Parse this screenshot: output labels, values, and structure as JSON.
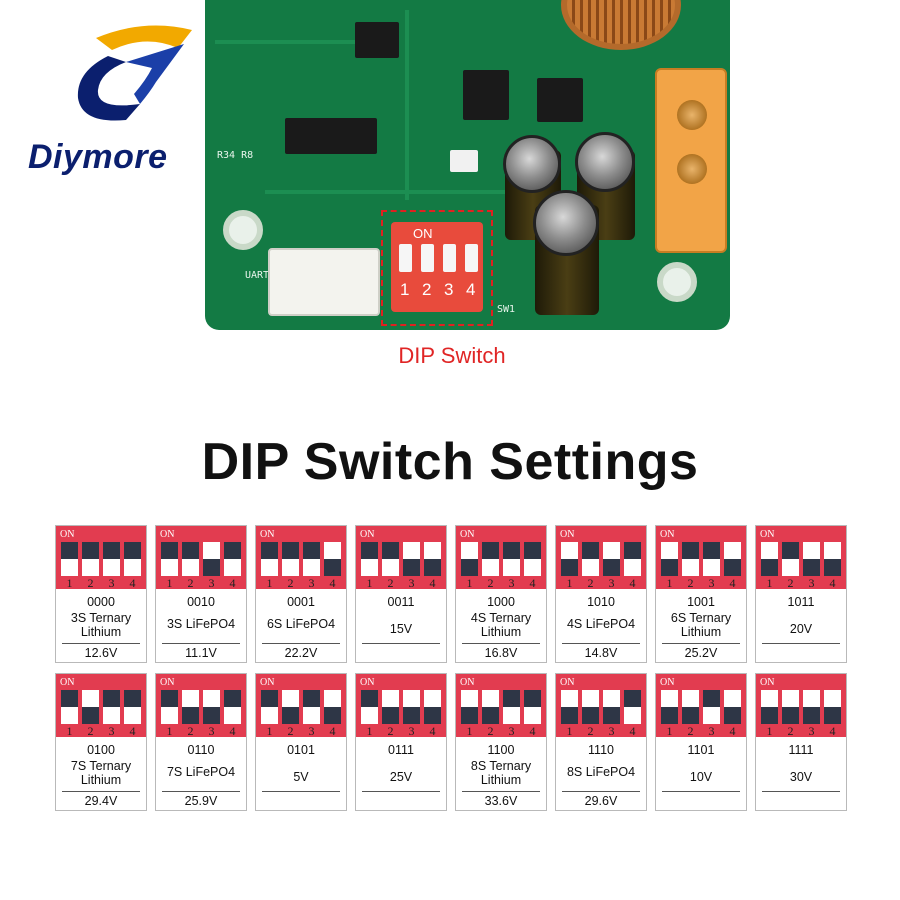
{
  "brand": {
    "name": "Diymore",
    "color_dark": "#0b1f6e",
    "color_accent": "#f2a900"
  },
  "photo": {
    "dip_on_label": "ON",
    "dip_numbers": [
      "1",
      "2",
      "3",
      "4"
    ],
    "caption": "DIP Switch",
    "caption_color": "#e02525"
  },
  "heading": "DIP Switch Settings",
  "switch_colors": {
    "header": "#e23c50",
    "off": "#ffffff",
    "on": "#2e3646"
  },
  "card_on_label": "ON",
  "card_numbers": [
    "1",
    "2",
    "3",
    "4"
  ],
  "settings": [
    {
      "code": "0000",
      "type": "3S Ternary Lithium",
      "type_lines": [
        "3S Ternary",
        "Lithium"
      ],
      "voltage": "12.6V"
    },
    {
      "code": "0010",
      "type": "3S LiFePO4",
      "type_lines": [
        "3S LiFePO4"
      ],
      "voltage": "11.1V"
    },
    {
      "code": "0001",
      "type": "6S LiFePO4",
      "type_lines": [
        "6S LiFePO4"
      ],
      "voltage": "22.2V"
    },
    {
      "code": "0011",
      "type": "",
      "type_lines": [],
      "voltage": "15V"
    },
    {
      "code": "1000",
      "type": "4S Ternary Lithium",
      "type_lines": [
        "4S Ternary",
        "Lithium"
      ],
      "voltage": "16.8V"
    },
    {
      "code": "1010",
      "type": "4S LiFePO4",
      "type_lines": [
        "4S LiFePO4"
      ],
      "voltage": "14.8V"
    },
    {
      "code": "1001",
      "type": "6S Ternary Lithium",
      "type_lines": [
        "6S Ternary",
        "Lithium"
      ],
      "voltage": "25.2V"
    },
    {
      "code": "1011",
      "type": "",
      "type_lines": [],
      "voltage": "20V"
    },
    {
      "code": "0100",
      "type": "7S Ternary Lithium",
      "type_lines": [
        "7S Ternary",
        "Lithium"
      ],
      "voltage": "29.4V"
    },
    {
      "code": "0110",
      "type": "7S LiFePO4",
      "type_lines": [
        "7S LiFePO4"
      ],
      "voltage": "25.9V"
    },
    {
      "code": "0101",
      "type": "",
      "type_lines": [],
      "voltage": "5V"
    },
    {
      "code": "0111",
      "type": "",
      "type_lines": [],
      "voltage": "25V"
    },
    {
      "code": "1100",
      "type": "8S Ternary Lithium",
      "type_lines": [
        "8S Ternary",
        "Lithium"
      ],
      "voltage": "33.6V"
    },
    {
      "code": "1110",
      "type": "8S LiFePO4",
      "type_lines": [
        "8S LiFePO4"
      ],
      "voltage": "29.6V"
    },
    {
      "code": "1101",
      "type": "",
      "type_lines": [],
      "voltage": "10V"
    },
    {
      "code": "1111",
      "type": "",
      "type_lines": [],
      "voltage": "30V"
    }
  ]
}
